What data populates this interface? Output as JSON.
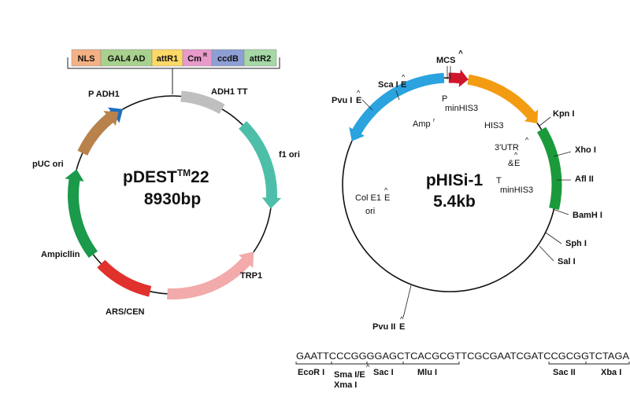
{
  "left_plasmid": {
    "name_main": "pDEST",
    "name_sup": "TM",
    "name_suffix": "22",
    "size": "8930bp",
    "cassette": [
      {
        "label": "NLS",
        "color": "#f4b183"
      },
      {
        "label": "GAL4 AD",
        "color": "#a9d18e"
      },
      {
        "label": "attR1",
        "color": "#ffd966"
      },
      {
        "label": "Cm",
        "sup": "R",
        "color": "#e89acb"
      },
      {
        "label": "ccdB",
        "color": "#8e9fd6"
      },
      {
        "label": "attR2",
        "color": "#a6d7a6"
      }
    ],
    "features": {
      "p_adh1": {
        "label": "P ADH1",
        "color": "#1f6fbf"
      },
      "adh1_tt": {
        "label": "ADH1 TT",
        "color": "#bfbfbf"
      },
      "f1_ori": {
        "label": "f1 ori",
        "color": "#4dbfa8"
      },
      "trp1": {
        "label": "TRP1",
        "color": "#f2aaaa"
      },
      "ars_cen": {
        "label": "ARS/CEN",
        "color": "#e0312c"
      },
      "ampicillin": {
        "label": "Ampicllin",
        "color": "#1a9a4a"
      },
      "puc_ori": {
        "label": "pUC ori",
        "color": "#b8824a"
      }
    }
  },
  "right_plasmid": {
    "name": "pHISi-1",
    "size": "5.4kb",
    "features": {
      "mcs": {
        "label": "MCS",
        "color": "#d0142c"
      },
      "p_min_main": "P",
      "p_min_sub": "minHIS3",
      "his3": {
        "label": "HIS3",
        "color": "#f39c12"
      },
      "utr_line1": "3'UTR",
      "utr_line2": "&",
      "t_min_main": "T",
      "t_min_sub": "minHIS3",
      "utr_color": "#1a9a3a",
      "amp": {
        "label": "Amp",
        "sup": "r",
        "color": "#2aa3df"
      },
      "col_e1": {
        "line1": "Col E1",
        "line2": "ori"
      }
    },
    "sites": {
      "pvu_i": "Pvu I",
      "sca_i": "Sca I",
      "kpn_i": "Kpn I",
      "xho_i": "Xho I",
      "afl_ii": "Afl II",
      "bamh_i": "BamH I",
      "sph_i": "Sph I",
      "sal_i": "Sal I",
      "pvu_ii": "Pvu II"
    }
  },
  "mcs_sequence": {
    "sequence": "GAATTCCCGGGGAGCTCACGCGTTCGCGAATCGATCCGCGGTCTAGA",
    "enzymes": {
      "ecor_i": "EcoR I",
      "sma_xma_1": "Sma I/E",
      "sma_xma_2": "Xma I",
      "sac_i": "Sac I",
      "mlu_i": "Mlu I",
      "sac_ii": "Sac II",
      "xba_i": "Xba I"
    }
  }
}
